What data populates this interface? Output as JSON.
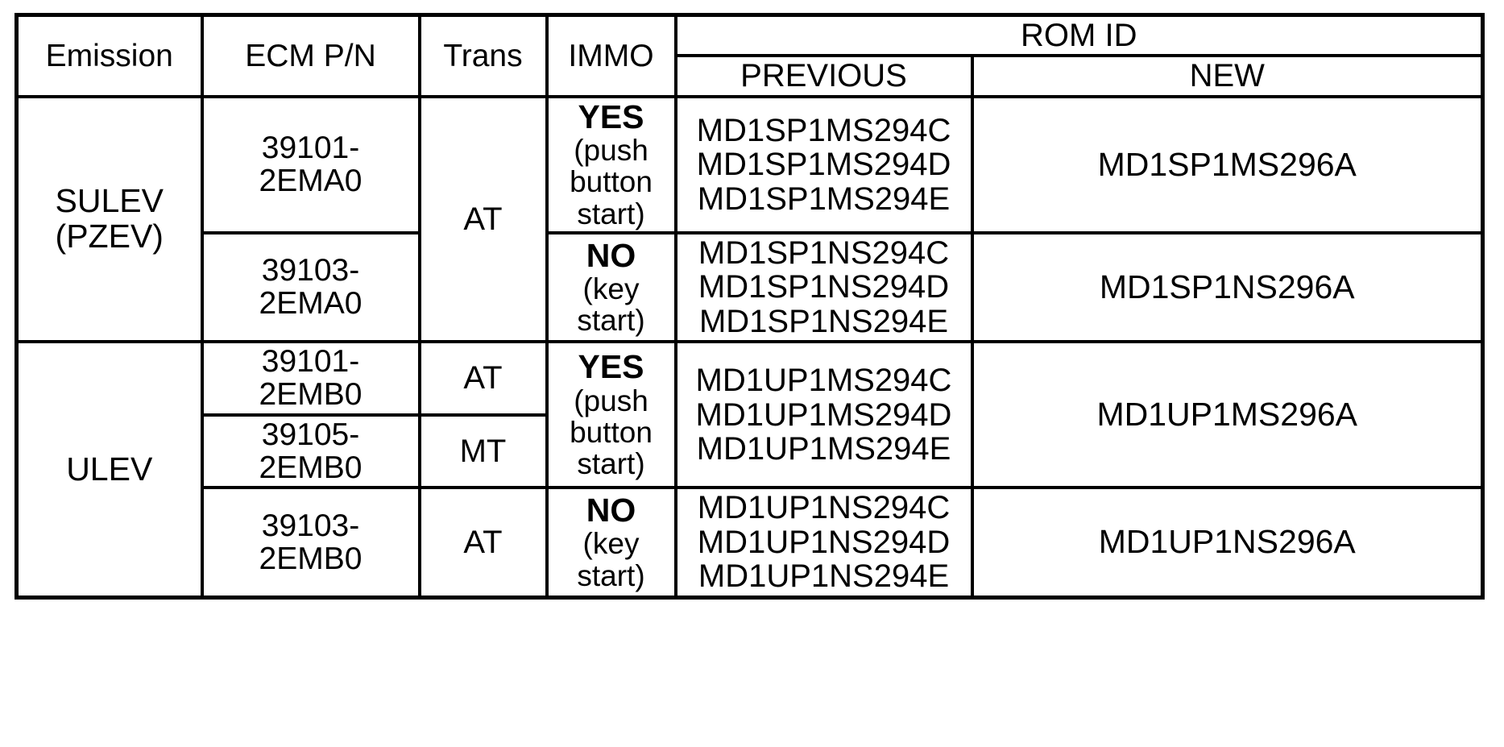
{
  "table": {
    "headers": {
      "emission": "Emission",
      "ecm_pn": "ECM P/N",
      "trans": "Trans",
      "immo": "IMMO",
      "rom_id": "ROM ID",
      "rom_previous": "PREVIOUS",
      "rom_new": "NEW"
    },
    "colors": {
      "header_bg": "#ffff99",
      "new_id_text": "#0000ee",
      "border": "#000000",
      "cell_bg": "#ffffff"
    },
    "groups": [
      {
        "emission": "SULEV (PZEV)",
        "emission_line1": "SULEV",
        "emission_line2": "(PZEV)",
        "trans_spans_group": true,
        "trans": "AT",
        "rows": [
          {
            "ecm_pn_line1": "39101-",
            "ecm_pn_line2": "2EMA0",
            "immo_main": "YES",
            "immo_note_lines": [
              "(push",
              "button",
              "start)"
            ],
            "previous": [
              "MD1SP1MS294C",
              "MD1SP1MS294D",
              "MD1SP1MS294E"
            ],
            "new": "MD1SP1MS296A"
          },
          {
            "ecm_pn_line1": "39103-",
            "ecm_pn_line2": "2EMA0",
            "immo_main": "NO",
            "immo_note_lines": [
              "(key",
              "start)"
            ],
            "previous": [
              "MD1SP1NS294C",
              "MD1SP1NS294D",
              "MD1SP1NS294E"
            ],
            "new": "MD1SP1NS296A"
          }
        ]
      },
      {
        "emission": "ULEV",
        "emission_line1": "ULEV",
        "emission_line2": "",
        "trans_spans_group": false,
        "rows": [
          {
            "ecm_pn_line1": "39101-",
            "ecm_pn_line2": "2EMB0",
            "trans": "AT",
            "immo_main": "YES",
            "immo_note_lines": [
              "(push",
              "button",
              "start)"
            ],
            "previous": [
              "MD1UP1MS294C",
              "MD1UP1MS294D",
              "MD1UP1MS294E"
            ],
            "new": "MD1UP1MS296A"
          },
          {
            "ecm_pn_line1": "39105-",
            "ecm_pn_line2": "2EMB0",
            "trans": "MT",
            "immo_main": "",
            "immo_note_lines": [],
            "previous": [],
            "new": ""
          },
          {
            "ecm_pn_line1": "39103-",
            "ecm_pn_line2": "2EMB0",
            "trans": "AT",
            "immo_main": "NO",
            "immo_note_lines": [
              "(key",
              "start)"
            ],
            "previous": [
              "MD1UP1NS294C",
              "MD1UP1NS294D",
              "MD1UP1NS294E"
            ],
            "new": "MD1UP1NS296A"
          }
        ]
      }
    ]
  }
}
